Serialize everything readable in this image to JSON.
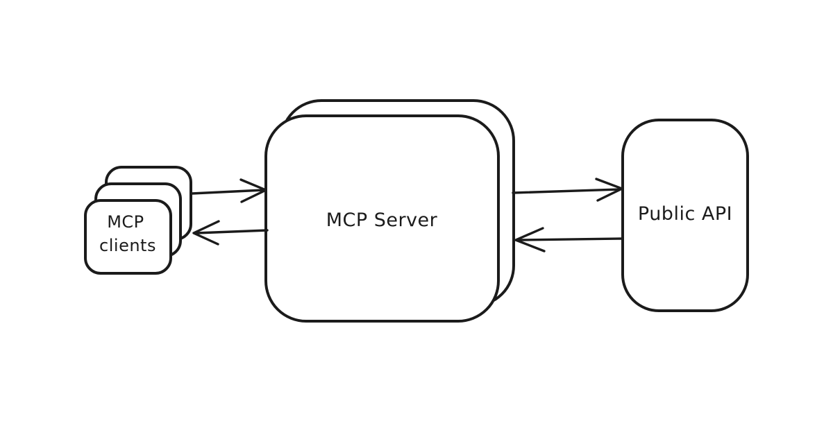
{
  "nodes": {
    "mcp_clients": {
      "lines": [
        "MCP",
        "clients"
      ],
      "stack_count": 3
    },
    "mcp_server": {
      "label": "MCP Server",
      "stack_count": 2
    },
    "public_api": {
      "label": "Public API",
      "stack_count": 1
    }
  },
  "edges": [
    {
      "from": "mcp_clients",
      "to": "mcp_server",
      "direction": "right"
    },
    {
      "from": "mcp_server",
      "to": "mcp_clients",
      "direction": "left"
    },
    {
      "from": "mcp_server",
      "to": "public_api",
      "direction": "right"
    },
    {
      "from": "public_api",
      "to": "mcp_server",
      "direction": "left"
    }
  ],
  "colors": {
    "stroke": "#1b1b1b",
    "fill": "#ffffff",
    "background": "#ffffff"
  }
}
